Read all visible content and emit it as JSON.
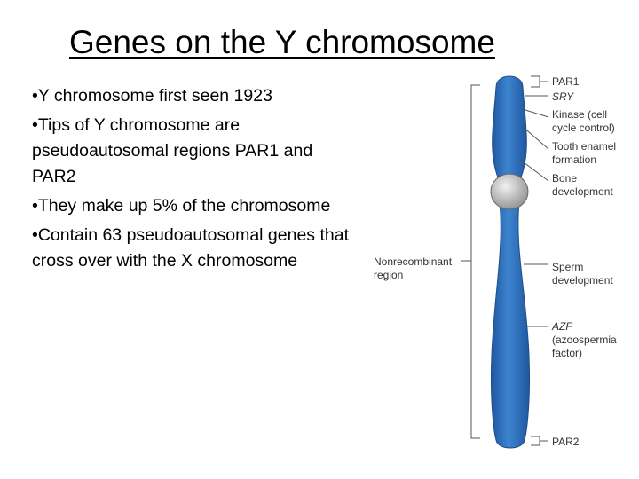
{
  "title": "Genes on the Y chromosome",
  "bullets": [
    "Y chromosome first seen 1923",
    "Tips of Y chromosome are pseudoautosomal regions PAR1 and PAR2",
    "They make up 5% of the chromosome",
    "Contain 63 pseudoautosomal genes that cross over with the X chromosome"
  ],
  "diagram": {
    "left_label": {
      "line1": "Nonrecombinant",
      "line2": "region"
    },
    "labels": {
      "par1": "PAR1",
      "sry": "SRY",
      "kinase": {
        "line1": "Kinase (cell",
        "line2": "cycle control)"
      },
      "tooth": {
        "line1": "Tooth enamel",
        "line2": "formation"
      },
      "bone": {
        "line1": "Bone",
        "line2": "development"
      },
      "sperm": {
        "line1": "Sperm",
        "line2": "development"
      },
      "azf": {
        "line1": "AZF",
        "line2": "(azoospermia",
        "line3": "factor)"
      },
      "par2": "PAR2"
    },
    "colors": {
      "chromosome": "#2f6fb5",
      "chromosome_edge": "#1f4f8a",
      "centromere": "#bdbdbd",
      "lines": "#555555"
    }
  }
}
